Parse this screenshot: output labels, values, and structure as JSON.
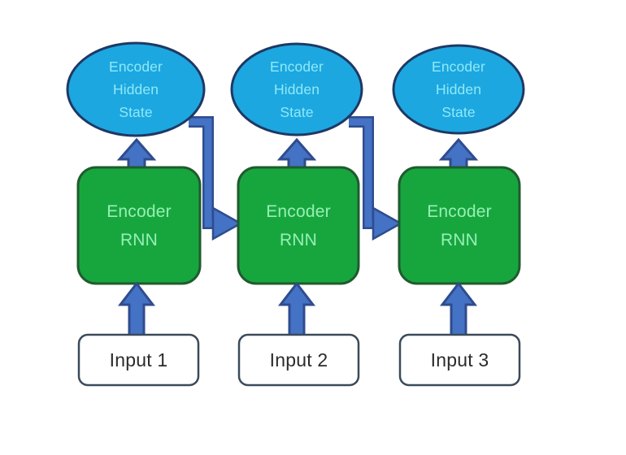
{
  "diagram": {
    "title": "Encoder RNN unrolled sequence diagram",
    "type": "flow-diagram",
    "background_color": "#ffffff",
    "palette": {
      "ellipse_fill": "#1ca7e0",
      "ellipse_stroke": "#1f3864",
      "ellipse_text": "#8fe9f7",
      "rnn_fill": "#17a63e",
      "rnn_stroke": "#1f5b2e",
      "rnn_text": "#96f0b4",
      "input_fill": "#ffffff",
      "input_stroke": "#3b4a5a",
      "input_text": "#2b2b2b",
      "arrow_fill": "#4472c4",
      "arrow_stroke": "#2f4c8e"
    },
    "columns": [
      {
        "index": 1,
        "hidden_state": {
          "line1": "Encoder",
          "line2": "Hidden",
          "line3": "State"
        },
        "rnn": {
          "line1": "Encoder",
          "line2": "RNN"
        },
        "input": {
          "label": "Input 1"
        }
      },
      {
        "index": 2,
        "hidden_state": {
          "line1": "Encoder",
          "line2": "Hidden",
          "line3": "State"
        },
        "rnn": {
          "line1": "Encoder",
          "line2": "RNN"
        },
        "input": {
          "label": "Input 2"
        }
      },
      {
        "index": 3,
        "hidden_state": {
          "line1": "Encoder",
          "line2": "Hidden",
          "line3": "State"
        },
        "rnn": {
          "line1": "Encoder",
          "line2": "RNN"
        },
        "input": {
          "label": "Input 3"
        }
      }
    ],
    "connections": [
      {
        "name": "input-1-to-rnn-1",
        "from": "Input 1",
        "to": "Encoder RNN 1",
        "direction": "up",
        "style": "block-arrow"
      },
      {
        "name": "input-2-to-rnn-2",
        "from": "Input 2",
        "to": "Encoder RNN 2",
        "direction": "up",
        "style": "block-arrow"
      },
      {
        "name": "input-3-to-rnn-3",
        "from": "Input 3",
        "to": "Encoder RNN 3",
        "direction": "up",
        "style": "block-arrow"
      },
      {
        "name": "rnn-1-to-hidden-1",
        "from": "Encoder RNN 1",
        "to": "Encoder Hidden State 1",
        "direction": "up",
        "style": "block-arrow"
      },
      {
        "name": "rnn-2-to-hidden-2",
        "from": "Encoder RNN 2",
        "to": "Encoder Hidden State 2",
        "direction": "up",
        "style": "block-arrow"
      },
      {
        "name": "rnn-3-to-hidden-3",
        "from": "Encoder RNN 3",
        "to": "Encoder Hidden State 3",
        "direction": "up",
        "style": "block-arrow"
      },
      {
        "name": "hidden-1-to-rnn-2",
        "from": "Encoder Hidden State 1",
        "to": "Encoder RNN 2",
        "direction": "down-right",
        "style": "elbow-arrow"
      },
      {
        "name": "hidden-2-to-rnn-3",
        "from": "Encoder Hidden State 2",
        "to": "Encoder RNN 3",
        "direction": "down-right",
        "style": "elbow-arrow"
      }
    ]
  }
}
